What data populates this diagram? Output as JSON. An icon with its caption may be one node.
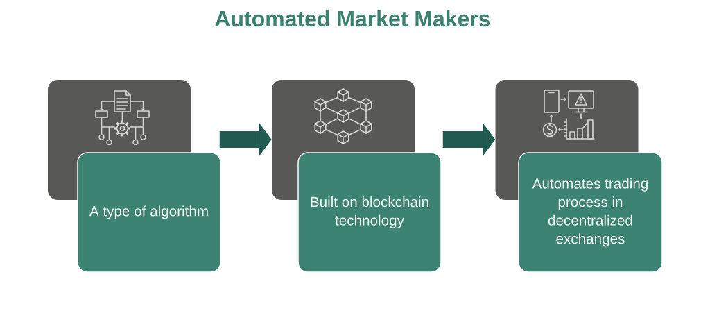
{
  "diagram": {
    "title": "Automated Market Makers",
    "nodes": [
      {
        "text": [],
        "shape": "box"
      },
      {
        "text": [
          "A type of algorithm"
        ]
      },
      {
        "text": [],
        "shape": "box"
      },
      {
        "text": [
          "Built on blockchain technology"
        ]
      },
      {
        "text": [],
        "shape": "box"
      },
      {
        "text": [
          "Automates trading process in decentralized exchanges"
        ]
      }
    ],
    "edges": [
      {
        "from": 1,
        "to": 2,
        "arrow": "to"
      },
      {
        "from": 3,
        "to": 4,
        "arrow": "to"
      }
    ]
  }
}
